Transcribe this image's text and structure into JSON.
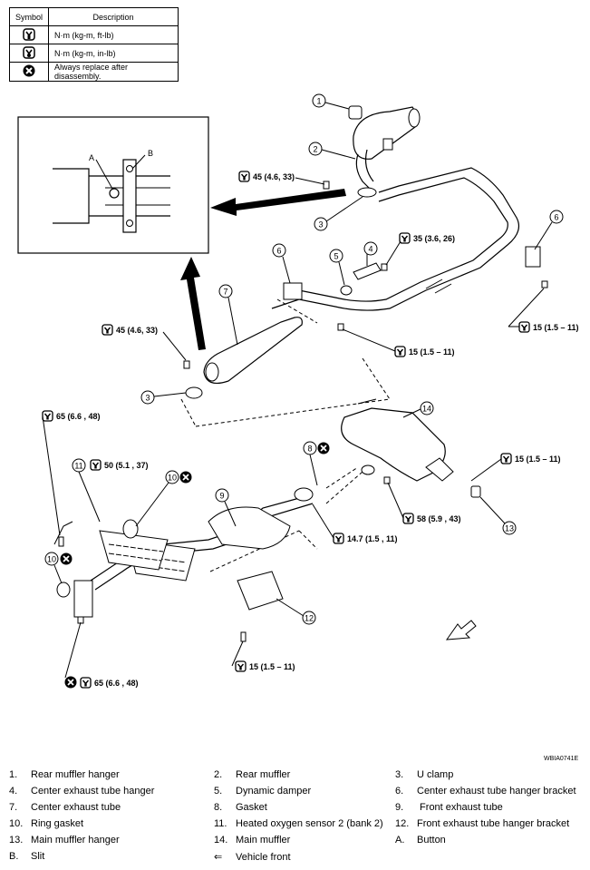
{
  "symbol_table": {
    "header": {
      "symbol": "Symbol",
      "description": "Description"
    },
    "rows": [
      {
        "icon": "torque-wrench-icon",
        "description": "N·m (kg-m, ft-lb)"
      },
      {
        "icon": "torque-wrench-small-icon",
        "description": "N·m (kg-m, in-lb)"
      },
      {
        "icon": "replace-x-icon",
        "description": "Always replace after disassembly."
      }
    ]
  },
  "diagram": {
    "detail_labels": {
      "a": "A",
      "b": "B"
    },
    "callouts": [
      "1",
      "2",
      "3",
      "4",
      "5",
      "6",
      "7",
      "3",
      "6",
      "8",
      "9",
      "10",
      "10",
      "11",
      "12",
      "13",
      "14"
    ],
    "torques": {
      "t1": "45 (4.6, 33)",
      "t2": "35 (3.6, 26)",
      "t3": "15 (1.5 – 11)",
      "t4": "45 (4.6, 33)",
      "t5": "15 (1.5 – 11)",
      "t6": "65 (6.6 , 48)",
      "t7": "50 (5.1 , 37)",
      "t8": "15 (1.5 – 11)",
      "t9": "58 (5.9 , 43)",
      "t10": "14.7 (1.5 , 11)",
      "t11": "15 (1.5 – 11)",
      "t12": "65 (6.6 , 48)"
    },
    "code": "WBIA0741E"
  },
  "legend": {
    "rows": [
      [
        {
          "k": "1.",
          "v": "Rear muffler hanger"
        },
        {
          "k": "2.",
          "v": "Rear muffler"
        },
        {
          "k": "3.",
          "v": "U clamp"
        }
      ],
      [
        {
          "k": "4.",
          "v": "Center exhaust tube hanger"
        },
        {
          "k": "5.",
          "v": "Dynamic damper"
        },
        {
          "k": "6.",
          "v": "Center exhaust tube hanger bracket"
        }
      ],
      [
        {
          "k": "7.",
          "v": "Center exhaust tube"
        },
        {
          "k": "8.",
          "v": "Gasket"
        },
        {
          "k": "9.",
          "v": " Front exhaust tube"
        }
      ],
      [
        {
          "k": "10.",
          "v": "Ring gasket"
        },
        {
          "k": "11.",
          "v": "Heated oxygen sensor 2 (bank 2)"
        },
        {
          "k": "12.",
          "v": "Front exhaust tube hanger bracket"
        }
      ],
      [
        {
          "k": "13.",
          "v": "Main muffler hanger"
        },
        {
          "k": "14.",
          "v": "Main muffler"
        },
        {
          "k": "A.",
          "v": "Button"
        }
      ],
      [
        {
          "k": "B.",
          "v": "Slit"
        },
        {
          "k": "⇐",
          "v": "Vehicle front"
        },
        {
          "k": "",
          "v": ""
        }
      ]
    ]
  }
}
